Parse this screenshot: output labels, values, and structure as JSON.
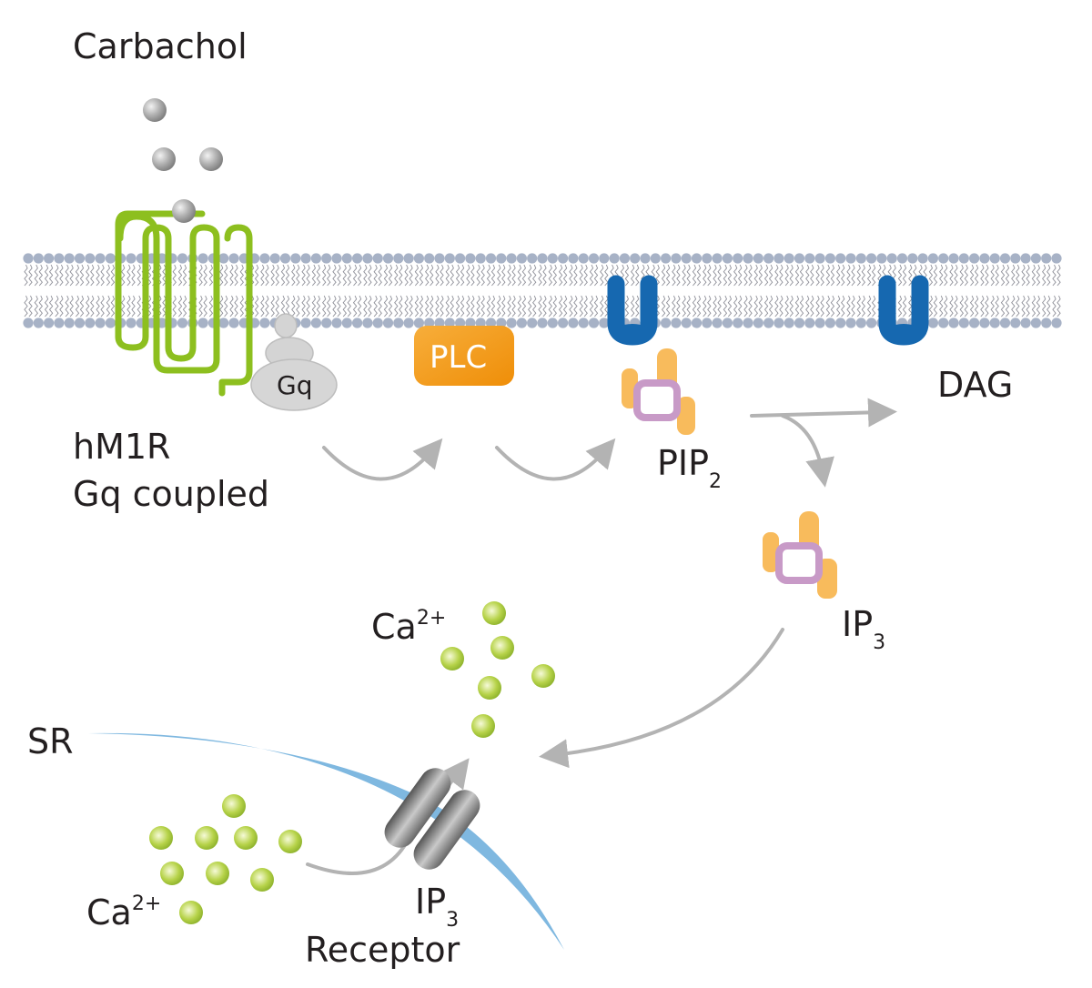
{
  "labels": {
    "ligand": "Carbachol",
    "receptor_line1": "hM1R",
    "receptor_line2": "Gq coupled",
    "gprotein": "Gq",
    "enzyme": "PLC",
    "pip2_base": "PIP",
    "pip2_sub": "2",
    "dag": "DAG",
    "ip3_base": "IP",
    "ip3_sub": "3",
    "ca_cytosol_base": "Ca",
    "ca_cytosol_sup": "2+",
    "ca_sr_base": "Ca",
    "ca_sr_sup": "2+",
    "sr": "SR",
    "ip3r_base": "IP",
    "ip3r_sub": "3",
    "ip3r_line2": "Receptor"
  },
  "colors": {
    "membrane_head": "#a7b2c6",
    "membrane_tail": "#8f9099",
    "receptor": "#8dbf1f",
    "gprotein": "#d4d4d4",
    "plc": "#f39c12",
    "dag": "#1668b0",
    "ip3_orange": "#f8bb5c",
    "ip3_ring": "#c89ac7",
    "sr": "#7fb8e0",
    "calcium": "#a6c93a",
    "arrow": "#b3b3b3",
    "channel": "#6e6e6e",
    "ligand": "#a5a5a5"
  }
}
